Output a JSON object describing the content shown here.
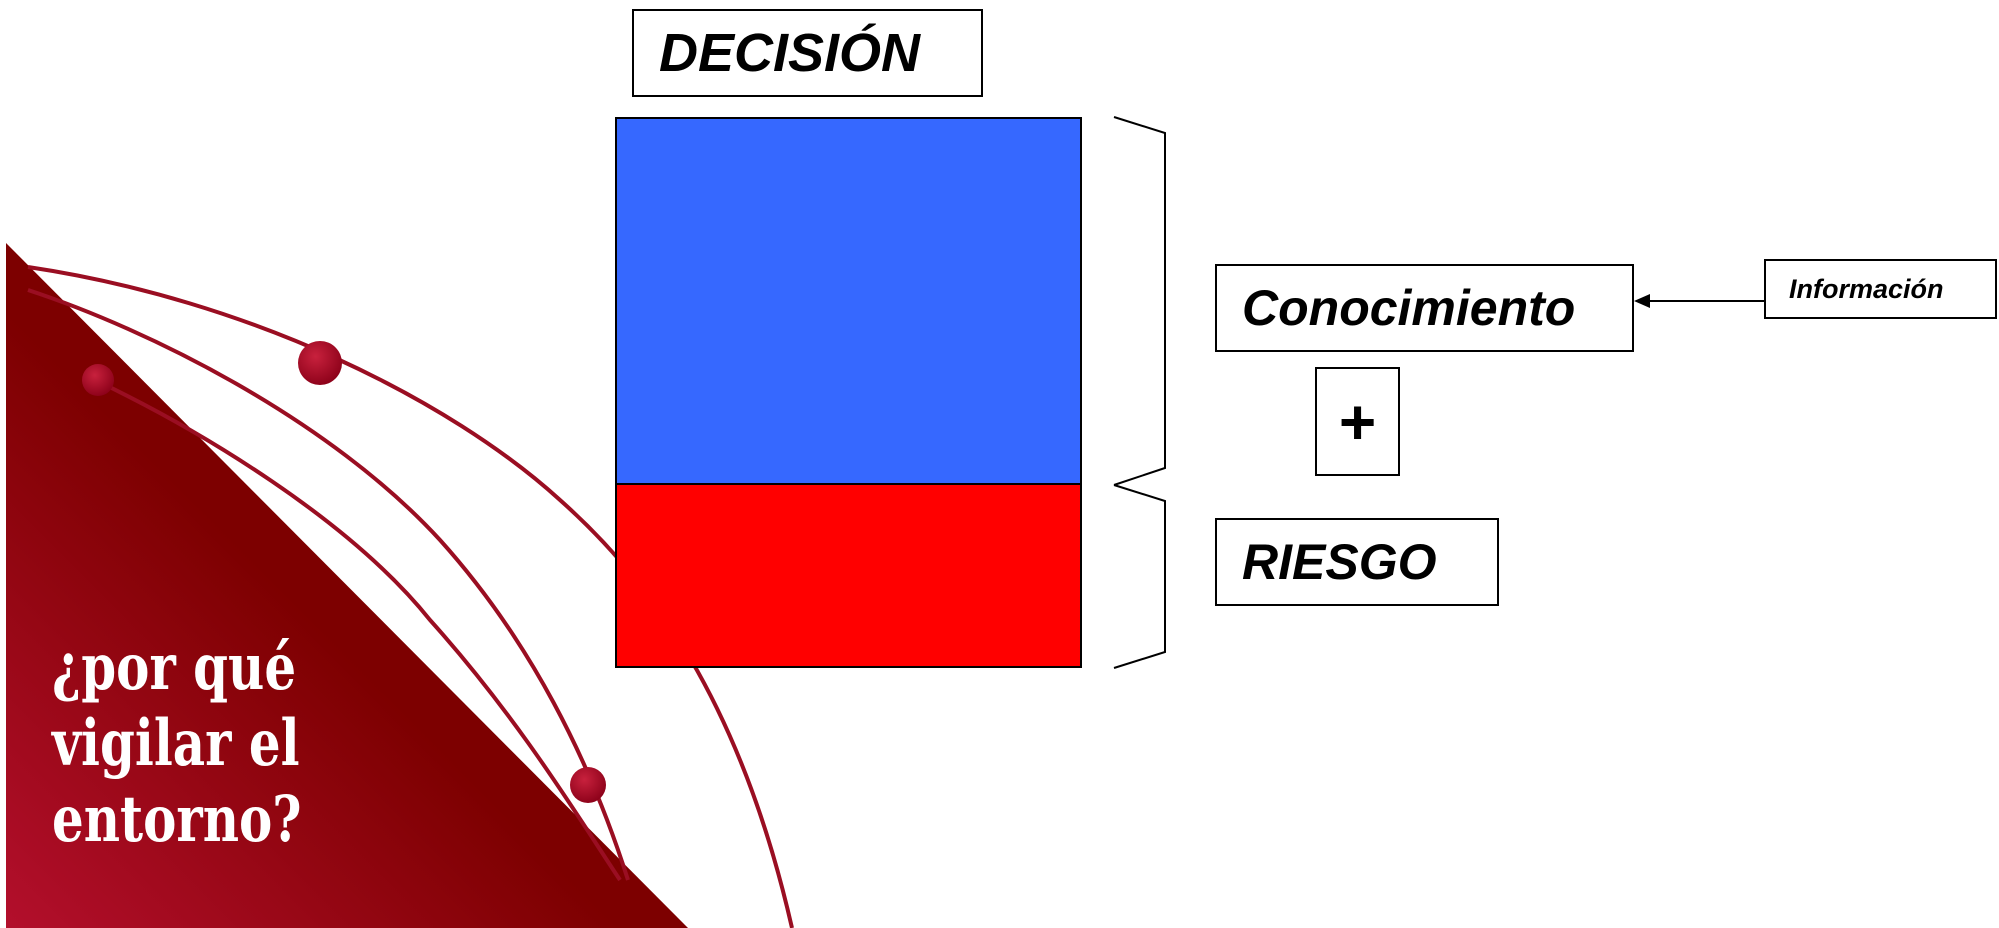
{
  "diagram": {
    "decision_label": "DECISIÓN",
    "knowledge_label": "Conocimiento",
    "plus_label": "+",
    "risk_label": "RIESGO",
    "information_label": "Información"
  },
  "slide": {
    "title_line1": "¿por qué",
    "title_line2": "vigilar el",
    "title_line3": "entorno?"
  },
  "colors": {
    "knowledge_block": "#3668ff",
    "risk_block": "#ff0000",
    "decor_dark": "#7d0000",
    "decor_light": "#b0102a",
    "decor_line": "#9a0e22"
  }
}
